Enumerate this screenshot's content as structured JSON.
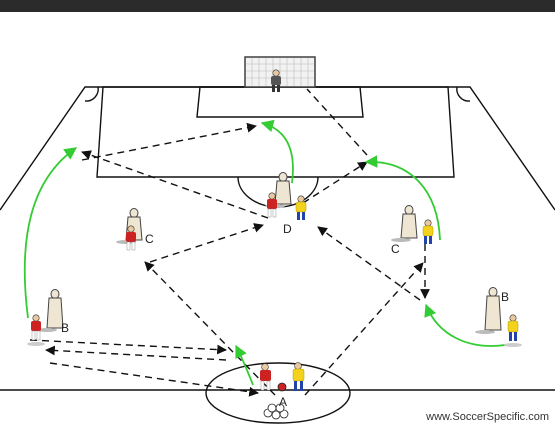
{
  "labels": {
    "a": "A",
    "b_left": "B",
    "b_right": "B",
    "c_left": "C",
    "c_right": "C",
    "d": "D"
  },
  "watermark": "www.SoccerSpecific.com",
  "colors": {
    "frame_bar": "#2b2b2b",
    "pass_arrow": "#111111",
    "run_arrow": "#33cc33",
    "red_team": "#cc2222",
    "yellow_team": "#f2d21c",
    "mannequin": "#eee6d2"
  }
}
